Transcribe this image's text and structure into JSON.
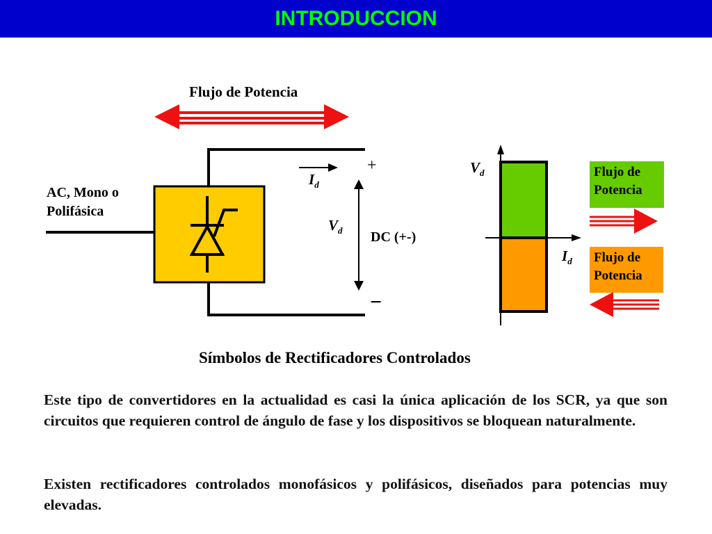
{
  "header": {
    "title": "INTRODUCCION",
    "bg_color": "#0000cc",
    "text_color": "#00ff00"
  },
  "diagram": {
    "power_flow_top": "Flujo de Potencia",
    "input_label_line1": "AC, Mono o",
    "input_label_line2": "Polifásica",
    "current_label": "I",
    "current_sub": "d",
    "voltage_label": "V",
    "voltage_sub": "d",
    "plus_sign": "+",
    "minus_sign": "−",
    "dc_label": "DC  (+-)",
    "graph_vd": "V",
    "graph_vd_sub": "d",
    "graph_id": "I",
    "graph_id_sub": "d",
    "flow_box_1_line1": "Flujo de",
    "flow_box_1_line2": "Potencia",
    "flow_box_2_line1": "Flujo de",
    "flow_box_2_line2": "Potencia",
    "caption": "Símbolos de Rectificadores Controlados",
    "colors": {
      "converter": "#ffcc00",
      "quadrant_positive": "#66cc00",
      "quadrant_negative": "#ff9900",
      "arrow": "#ee1111"
    }
  },
  "body": {
    "paragraph_1": "Este tipo de convertidores en la actualidad es casi la única aplicación de los SCR, ya que son circuitos que requieren control de ángulo de fase y los dispositivos se bloquean naturalmente.",
    "paragraph_2": "Existen rectificadores controlados monofásicos y polifásicos, diseñados para potencias muy elevadas."
  }
}
